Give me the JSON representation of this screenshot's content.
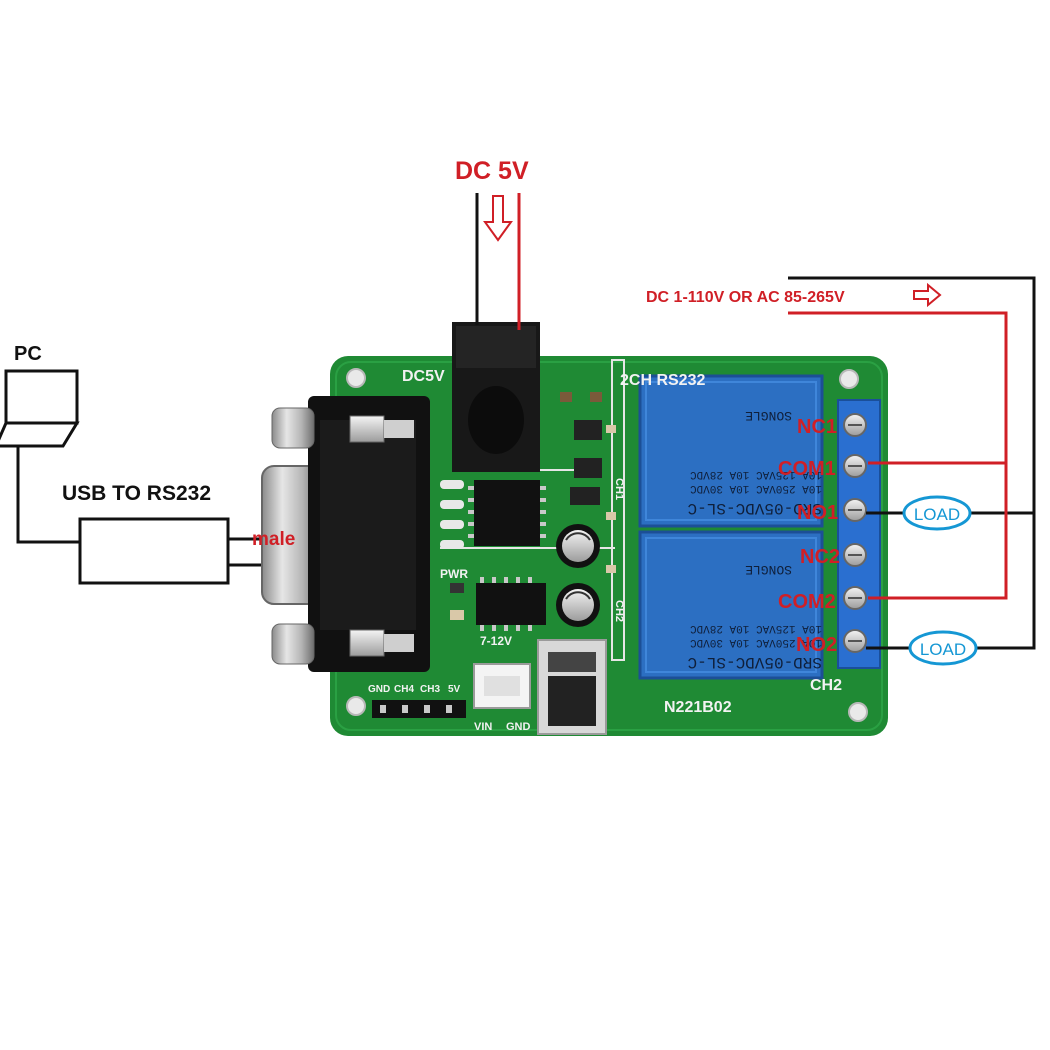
{
  "wiring": {
    "pc_label": "PC",
    "usb_label": "USB TO RS232",
    "male_label": "male",
    "dc_input_label": "DC 5V",
    "load_supply_label": "DC 1-110V OR AC 85-265V"
  },
  "terminals": {
    "nc1": "NC1",
    "com1": "COM1",
    "no1": "NO1",
    "nc2": "NC2",
    "com2": "COM2",
    "no2": "NO2",
    "load1": "LOAD",
    "load2": "LOAD"
  },
  "board": {
    "dc5v": "DC5V",
    "title": "2CH RS232",
    "ch1": "CH1",
    "ch2_side": "CH2",
    "ch2_bottom": "CH2",
    "pwr": "PWR",
    "vin_range": "7-12V",
    "vin": "VIN",
    "gnd": "GND",
    "header_gnd": "GND",
    "header_ch4": "CH4",
    "header_ch3": "CH3",
    "header_5v": "5V",
    "model": "N221B02"
  },
  "relay": {
    "part": "SRD-05VDC-SL-C",
    "line1": "10A 250VAC  10A 30VDC",
    "line2": "10A 125VAC  10A 28VDC",
    "brand": "SONGLE"
  },
  "colors": {
    "pcb": "#1f8a34",
    "relay": "#2c6fc2",
    "terminal": "#2a6fd0",
    "wire_red": "#d01f26",
    "wire_black": "#111111"
  }
}
